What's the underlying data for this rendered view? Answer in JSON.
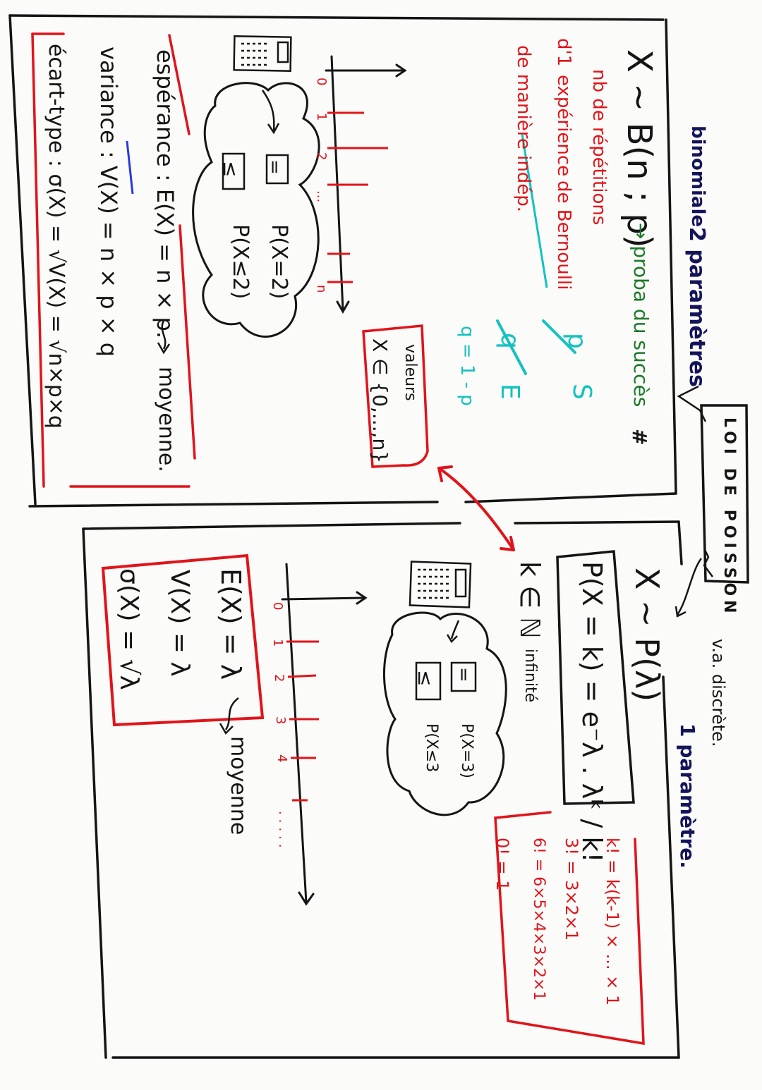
{
  "colors": {
    "ink": "#151515",
    "red": "#e0141a",
    "green": "#1a7a2a",
    "navy": "#14145a",
    "teal": "#14c2c0",
    "blue": "#2a3ae0"
  },
  "binomial": {
    "heading": "binomiale",
    "params_count": "2 paramètres",
    "notation": "X ~ B(n ; p)",
    "proba_label": "→ proba du succès",
    "hash_mark": "#",
    "repetitions": "nb de répétitions",
    "bernoulli_line_a": "d'1",
    "bernoulli_line_b": "expérience",
    "bernoulli_line_c": "de Bernoulli",
    "independent": "de manière indép.",
    "tree_p": "p",
    "tree_s": "S",
    "tree_q": "q",
    "tree_e": "E",
    "q_formula": "q = 1 - p",
    "values_label": "valeurs",
    "values_set": "X ∈ {0,...,n}",
    "calc_eq": "=",
    "calc_le": "≤",
    "prob_eq": "P(X=2)",
    "prob_le": "P(X≤2)",
    "axis_labels": [
      "0",
      "1",
      "2",
      "...",
      "n"
    ],
    "esperance": "espérance : E(X) = n × p.",
    "moyenne": "moyenne.",
    "variance": "variance : V(X) = n × p × q",
    "ecart_type": "écart-type : σ(X) = √V(X) = √n×p×q"
  },
  "poisson": {
    "label_box": "LOI DE POISSON",
    "va_discrete": "v.a. discrète.",
    "params_count": "1 paramètre.",
    "notation": "X ~ P(λ)",
    "formula": "P(X = k) = e⁻λ . λᵏ / k!",
    "k_domain": "k ∈ ℕ",
    "infinite": "infinité",
    "calc_eq": "=",
    "calc_le": "≤",
    "prob_eq": "P(X=3)",
    "prob_le": "P(X≤3",
    "factorials": [
      "k! = k(k-1) × ... × 1",
      "3! = 3×2×1",
      "6! = 6×5×4×3×2×1",
      "0! = 1"
    ],
    "expectation": "E(X) = λ",
    "variance": "V(X) = λ",
    "std_dev": "σ(X) = √λ",
    "moyenne": "moyenne",
    "axis_labels": [
      "0",
      "1",
      "2",
      "3",
      "4",
      "....."
    ]
  }
}
